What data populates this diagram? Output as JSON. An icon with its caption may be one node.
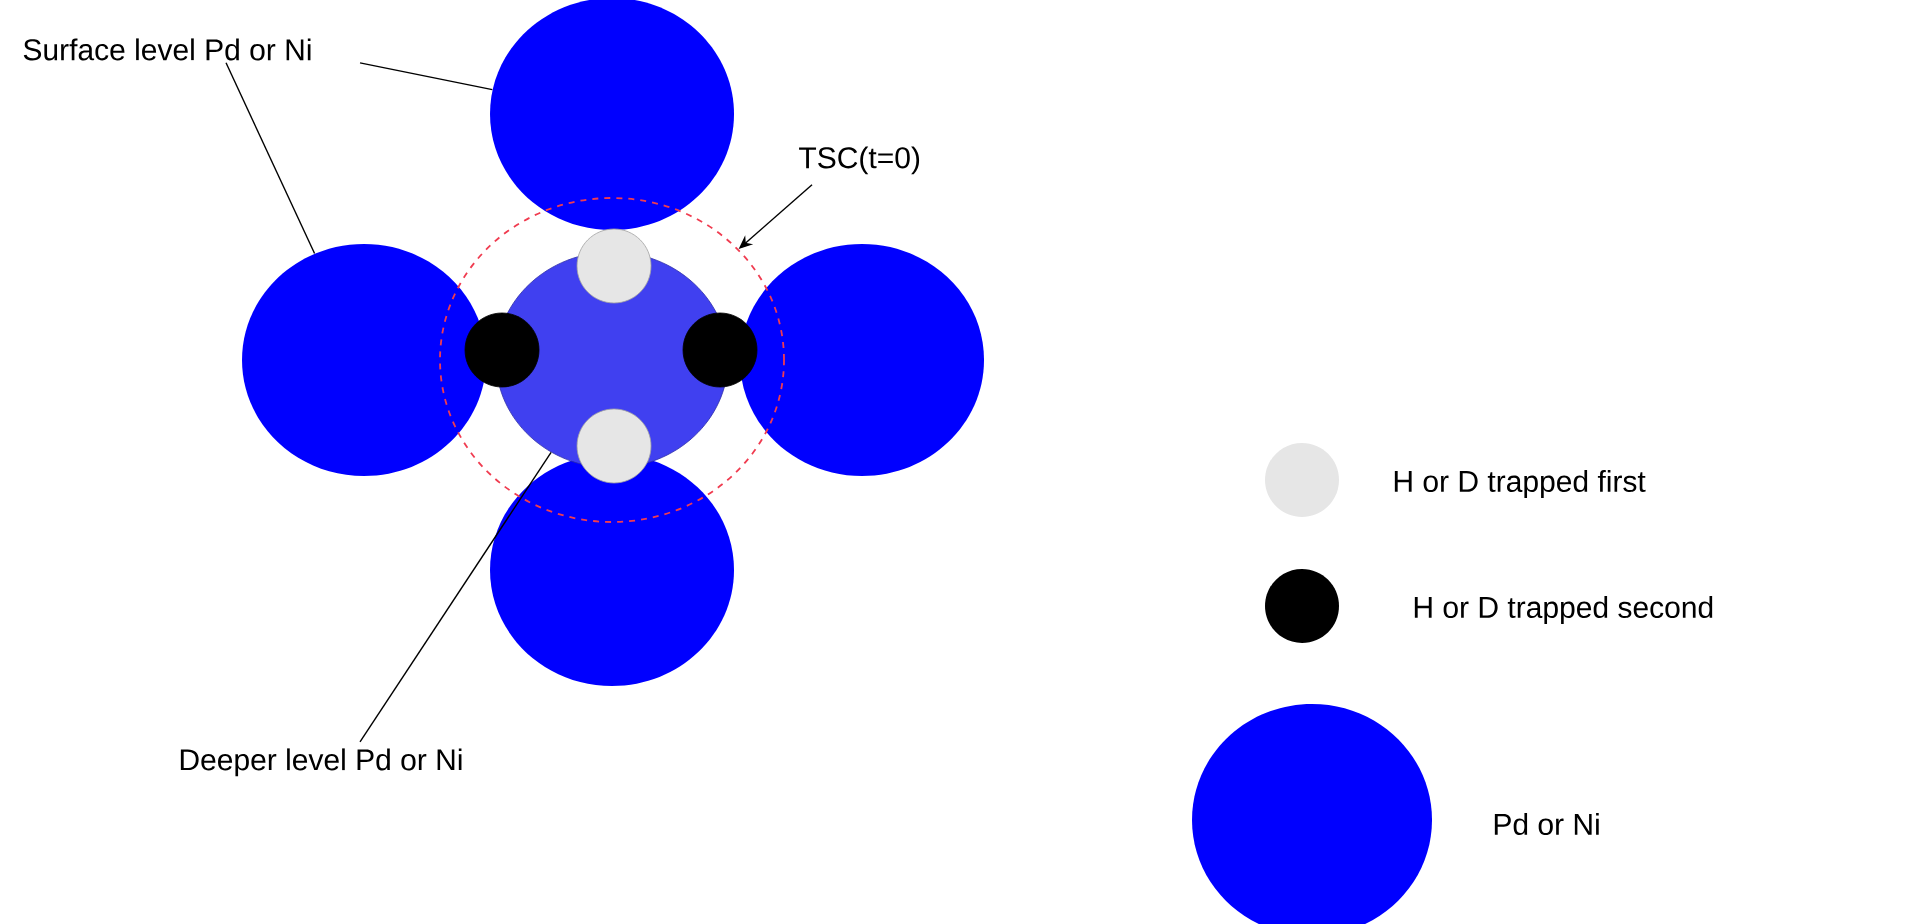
{
  "diagram": {
    "nodes": [
      {
        "text": [
          "Surface level Pd or Ni"
        ]
      },
      {
        "text": [],
        "shape": "circle"
      },
      {
        "text": [],
        "shape": "circle"
      },
      {
        "text": [],
        "shape": "circle"
      },
      {
        "text": [],
        "shape": "circle"
      },
      {
        "text": [],
        "shape": "circle"
      },
      {
        "text": [],
        "shape": "circle",
        "in": 5
      },
      {
        "text": [],
        "shape": "circle",
        "in": 5
      },
      {
        "text": [],
        "shape": "circle",
        "in": 5
      },
      {
        "text": [],
        "shape": "circle",
        "in": 5
      },
      {
        "text": [],
        "shape": "circle",
        "in": 5
      },
      {
        "text": [
          "TSC(t=0)"
        ]
      },
      {
        "text": [
          "Deeper level Pd or Ni"
        ]
      }
    ],
    "edges": [
      {
        "from": 0,
        "to": 1,
        "arrow": "none"
      },
      {
        "from": 0,
        "to": 2,
        "arrow": "none"
      },
      {
        "from": 11,
        "to": 5,
        "arrow": "to"
      },
      {
        "from": 12,
        "to": 6,
        "arrow": "none"
      }
    ],
    "legend": [
      {
        "text": "H or D  trapped first",
        "color": "#e6e6e6"
      },
      {
        "text": "H or D  trapped second",
        "color": "#000000"
      },
      {
        "text": "Pd or Ni",
        "color": "#0000ff"
      }
    ]
  }
}
